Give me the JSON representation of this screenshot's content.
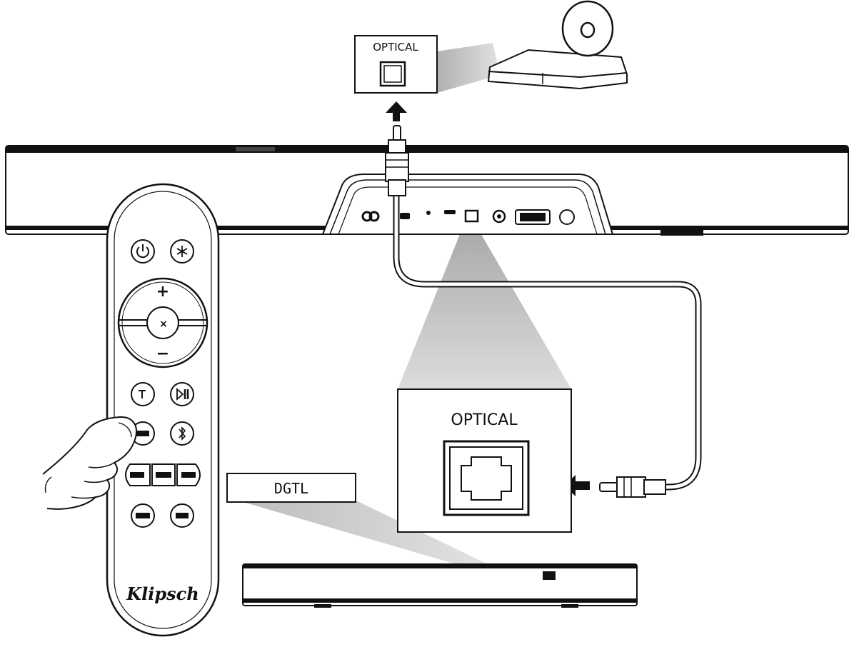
{
  "callouts": {
    "top_port_label": "OPTICAL",
    "large_port_label": "OPTICAL",
    "display_label": "DGTL"
  },
  "remote": {
    "volume_up": "+",
    "volume_down": "−",
    "mute": "×",
    "brand_logo": "Klipsch",
    "icons": {
      "power": "power-icon",
      "light": "light-icon",
      "play_pause": "play-pause-icon",
      "bluetooth": "bluetooth-icon"
    }
  },
  "colors": {
    "line": "#111111",
    "shade": "#b5b5b5",
    "background": "#ffffff"
  }
}
